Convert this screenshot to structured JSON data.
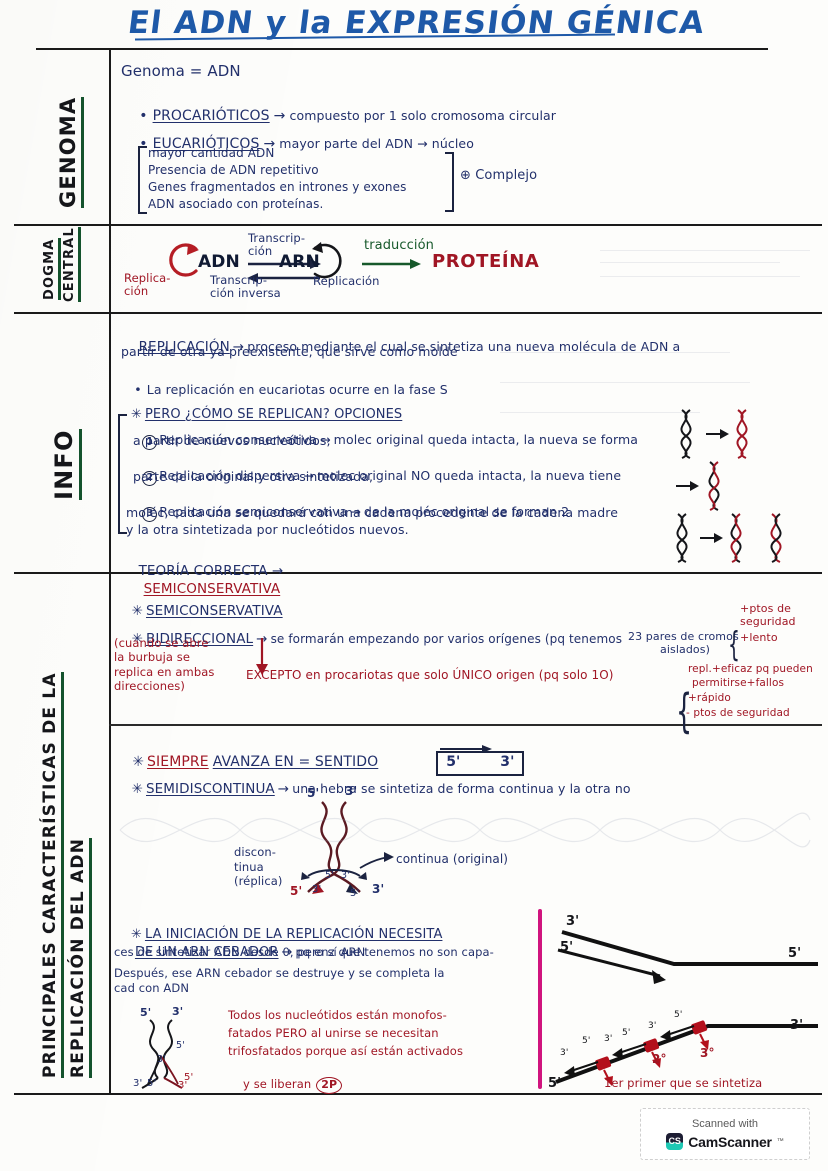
{
  "document": {
    "title": "El ADN y la EXPRESIÓN GÉNICA",
    "watermark": {
      "line1": "Scanned with",
      "name": "CamScanner",
      "logo": "CS",
      "tm": "™"
    }
  },
  "colors": {
    "ink_blue": "#22306b",
    "ink_dark": "#101a33",
    "ink_red": "#a01624",
    "ink_green": "#17592b",
    "ink_black": "#15161a",
    "magenta": "#d0147e"
  },
  "sections": {
    "genoma": {
      "label": "GENOMA",
      "heading": "Genoma = ADN",
      "bullets": [
        {
          "term": "PROCARIÓTICOS",
          "arrow": "→",
          "text": "compuesto por 1 solo cromosoma circular"
        },
        {
          "term": "EUCARIÓTICOS",
          "arrow": "→",
          "text": "mayor parte del ADN → núcleo"
        }
      ],
      "sublist": [
        "mayor cantidad ADN",
        "Presencia de ADN repetitivo",
        "Genes fragmentados en intrones y exones",
        "ADN asociado con proteínas."
      ],
      "brace_note": "⊕ Complejo"
    },
    "dogma": {
      "label_line1": "DOGMA",
      "label_line2": "CENTRAL",
      "nodes": {
        "adn": "ADN",
        "arn": "ARN",
        "proteina": "PROTEÍNA"
      },
      "arrows": {
        "transcripcion_top": "Transcrip-\nción",
        "transcripcion_inversa": "Transcrip-\nción inversa",
        "traduccion": "traducción",
        "replicacion_adn": "Replica-\nción",
        "replicacion_arn": "Replicación"
      }
    },
    "info": {
      "label": "INFO",
      "lines": [
        {
          "term": "REPLICACIÓN",
          "arrow": "→",
          "text": "proceso mediante el cual se sintetiza una nueva molécula de ADN a"
        },
        {
          "text": "partir de otra ya preexistente, que sirve como molde"
        }
      ],
      "bullet": "La replicación en eucariotas ocurre en la fase S",
      "question": "PERO ¿CÓMO SE REPLICAN? OPCIONES",
      "options": [
        {
          "n": "1",
          "title": "Replicación conservativa",
          "arrow": "→",
          "body_l1": "molec original queda intacta, la nueva se forma",
          "body_l2": "a partir de nuevos nucleótidos,"
        },
        {
          "n": "2",
          "title": "Replicación dispersiva",
          "arrow": "→",
          "body_l1": "molec original NO queda intacta, la nueva tiene",
          "body_l2": "parte de la original y otra sintetizada,"
        },
        {
          "n": "3",
          "title": "Replicación semiconservativa",
          "arrow": "→",
          "body_l1": "de la moléc original se forman 2",
          "body_l2": "moléc, cada una se quedará con una cadena procedente de la cadena madre",
          "body_l3": "y la otra sintetizada por nucleótidos nuevos."
        }
      ],
      "conclusion_label": "TEORÍA CORRECTA →",
      "conclusion_value": "SEMICONSERVATIVA"
    },
    "caracteristicas": {
      "label_line1": "PRINCIPALES CARACTERÍSTICAS DE LA",
      "label_line2": "REPLICACIÓN DEL ADN",
      "items": [
        {
          "title": "SEMICONSERVATIVA"
        },
        {
          "title": "BIDIRECCIONAL",
          "arrow": "→",
          "text": "se formarán empezando por varios orígenes (pq tenemos",
          "text2": "23 pares de cromos",
          "text3": "aislados)",
          "brace_note_l1": "+ptos de",
          "brace_note_l2": "seguridad",
          "brace_note_l3": "+lento",
          "left_note": "(cuando se abre\nla burbuja se\nreplica en ambas\ndirecciones)",
          "except": "EXCEPTO en procariotas que solo ÚNICO origen (pq solo 1O)",
          "right_note_l1": "repl.+eficaz pq pueden",
          "right_note_l2": "permitirse+fallos",
          "right_note_l3": "+rápido",
          "right_note_l4": "- ptos de seguridad"
        },
        {
          "title_a": "SIEMPRE",
          "title_b": "AVANZA EN = SENTIDO",
          "box": "5'        3'"
        },
        {
          "title": "SEMIDISCONTINUA",
          "arrow": "→",
          "text": "una hebra se sintetiza de forma continua y la otra no"
        }
      ],
      "fork_diagram": {
        "top_left": "5'",
        "top_right": "3'",
        "label_left_l1": "discon-",
        "label_left_l2": "tinua",
        "label_left_l3": "(réplica)",
        "label_right": "continua (original)",
        "inner_left": "5'",
        "inner_right": "3'",
        "out_left_5": "5'",
        "out_left_3": "3'",
        "out_right_5": "5'",
        "out_right_3": "3'"
      },
      "primer": {
        "title_l1": "LA INICIACIÓN DE LA REPLICACIÓN NECESITA",
        "title_l2": "DE UN ARN CEBADOR",
        "arrow": "→",
        "text_l2": "pq enz que tenemos no son capa-",
        "text_l3": "ces de sintetizar ADN desde 0, pero sí ARN",
        "text_l4": "Después, ese ARN cebador se destruye y se completa la",
        "text_l5": "cad con ADN"
      },
      "red_note": {
        "l1": "Todos los nucleótidos están monofos-",
        "l2": "fatados PERO al unirse se necesitan",
        "l3": "trifosfatados porque así están activados",
        "l4": "y se liberan",
        "badge": "2P"
      },
      "okazaki": {
        "top_3": "3'",
        "top_5": "5'",
        "top_end_5": "5'",
        "bottom_start_5": "5'",
        "bottom_end_3": "3'",
        "marks": [
          "3'",
          "5'",
          "3'",
          "5'",
          "3'",
          "5'"
        ],
        "order_2": "2°",
        "order_3": "3°",
        "caption": "1er primer que se sintetiza"
      },
      "small_fork": {
        "top_5": "5'",
        "top_3": "3'",
        "mid_5": "5'",
        "mid_3": "3'",
        "bot_3": "3'",
        "bot_5": "5'",
        "bot_5b": "5'",
        "bot_3b": "3'"
      }
    }
  }
}
